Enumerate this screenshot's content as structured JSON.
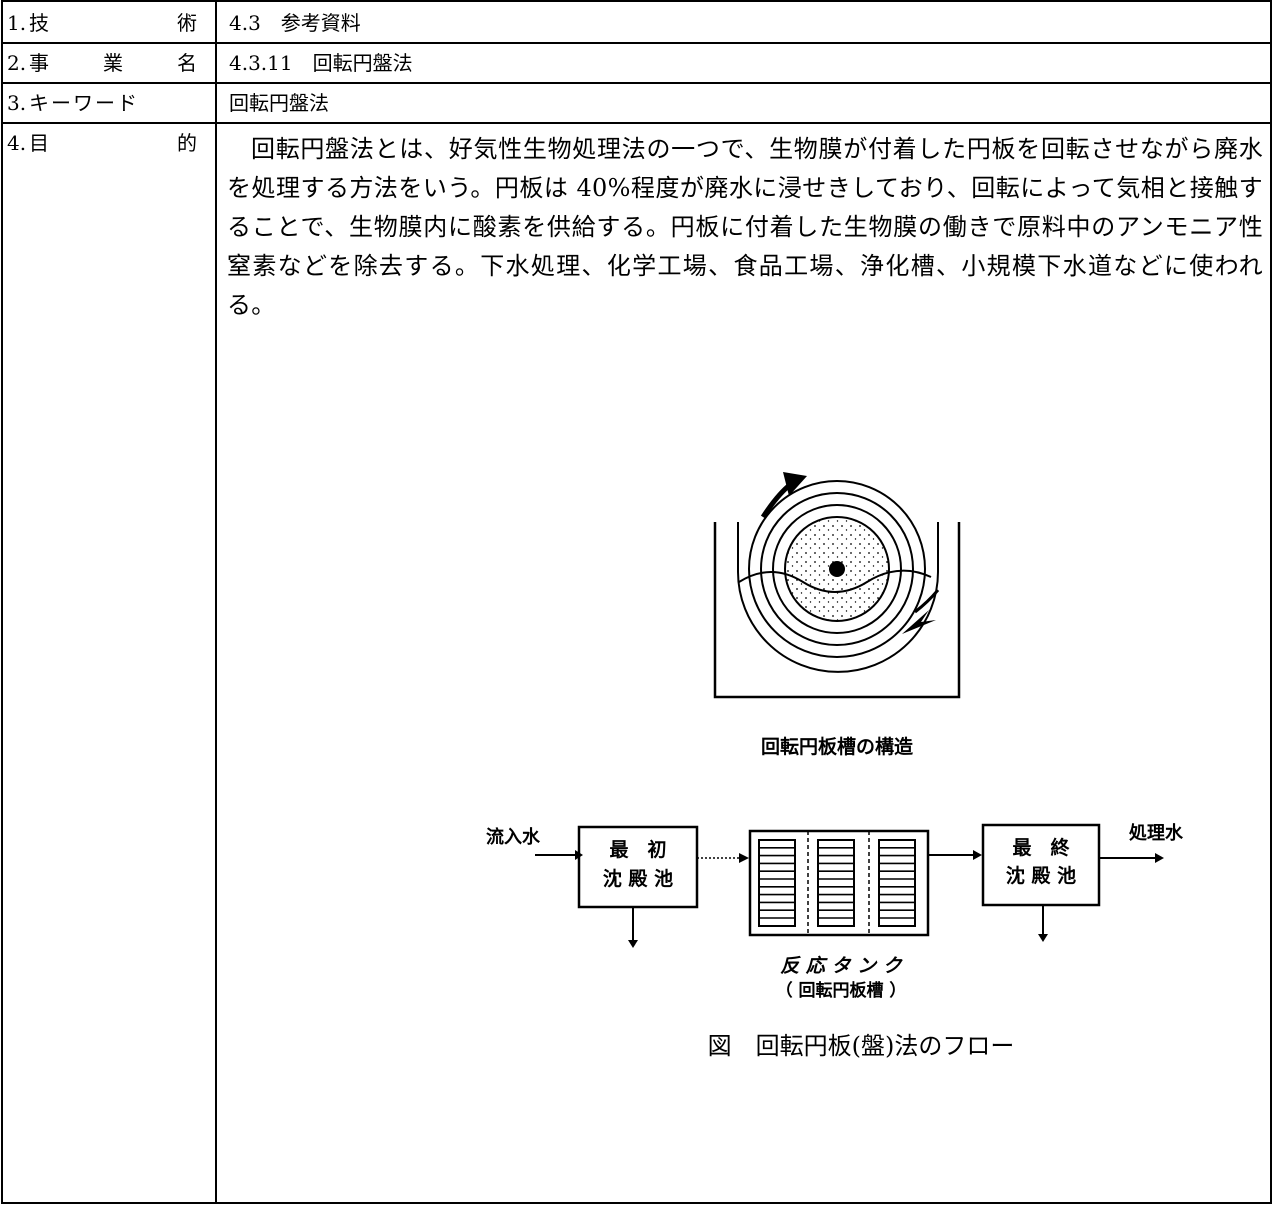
{
  "rows": [
    {
      "num": "1.",
      "label": "技術",
      "value": "4.3　参考資料"
    },
    {
      "num": "2.",
      "label": "事業名",
      "value": "4.3.11　回転円盤法"
    },
    {
      "num": "3.",
      "label": "キーワード",
      "value": "回転円盤法"
    },
    {
      "num": "4.",
      "label": "目的",
      "value": ""
    }
  ],
  "purpose_text": "回転円盤法とは、好気性生物処理法の一つで、生物膜が付着した円板を回転させながら廃水を処理する方法をいう。円板は 40%程度が廃水に浸せきしており、回転によって気相と接触することで、生物膜内に酸素を供給する。円板に付着した生物膜の働きで原料中のアンモニア性窒素などを除去する。下水処理、化学工場、食品工場、浄化槽、小規模下水道などに使われる。",
  "disc_figure": {
    "caption": "回転円板槽の構造"
  },
  "flow_figure": {
    "inflow": "流入水",
    "primary_tank": [
      "最　初",
      "沈 殿 池"
    ],
    "reaction_tank": [
      "反 応 タ ン ク",
      "（ 回転円板槽 ）"
    ],
    "final_tank": [
      "最　終",
      "沈 殿 池"
    ],
    "outflow": "処理水",
    "caption": "図　回転円板(盤)法のフロー"
  }
}
